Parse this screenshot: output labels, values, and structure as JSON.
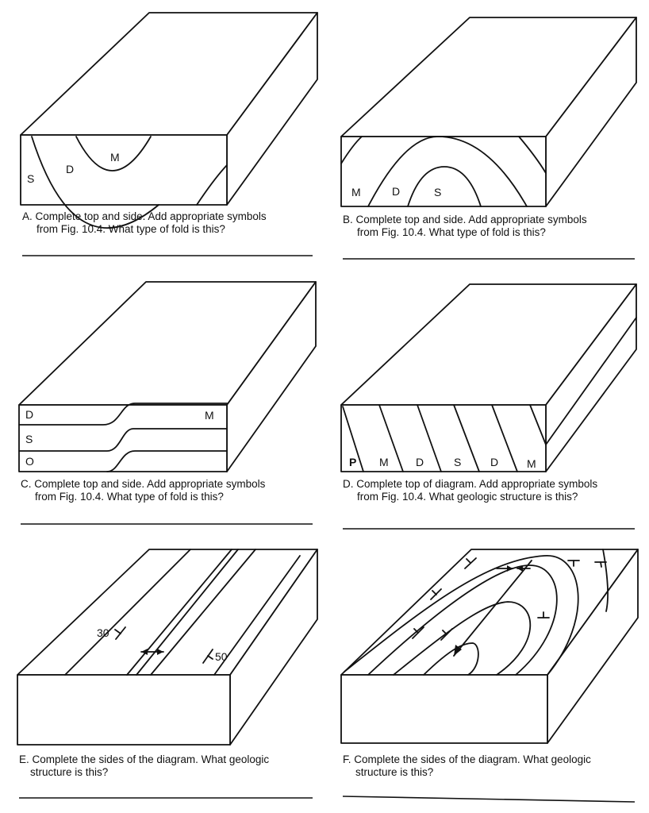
{
  "panels": {
    "a": {
      "labels": {
        "s": "S",
        "d": "D",
        "m": "M"
      },
      "caption_1": "A. Complete top and side. Add appropriate symbols",
      "caption_2": "from Fig. 10.4. What type of fold is this?"
    },
    "b": {
      "labels": {
        "m": "M",
        "d": "D",
        "s": "S"
      },
      "caption_1": "B. Complete top and side. Add appropriate symbols",
      "caption_2": "from Fig. 10.4. What type of fold is this?"
    },
    "c": {
      "labels": {
        "d": "D",
        "m": "M",
        "s": "S",
        "o": "O"
      },
      "caption_1": "C. Complete top and side. Add appropriate symbols",
      "caption_2": "from Fig. 10.4. What type of fold is this?"
    },
    "d": {
      "labels": {
        "p": "P",
        "m1": "M",
        "d1": "D",
        "s": "S",
        "d2": "D",
        "m2": "M"
      },
      "caption_1": "D. Complete top of diagram. Add appropriate symbols",
      "caption_2": "from Fig. 10.4. What geologic structure is this?"
    },
    "e": {
      "dip_labels": {
        "left": "30",
        "right": "50"
      },
      "caption_1": "E. Complete the sides of the diagram. What geologic",
      "caption_2": "structure is this?"
    },
    "f": {
      "caption_1": "F. Complete the sides of the diagram. What geologic",
      "caption_2": "structure is this?"
    }
  }
}
